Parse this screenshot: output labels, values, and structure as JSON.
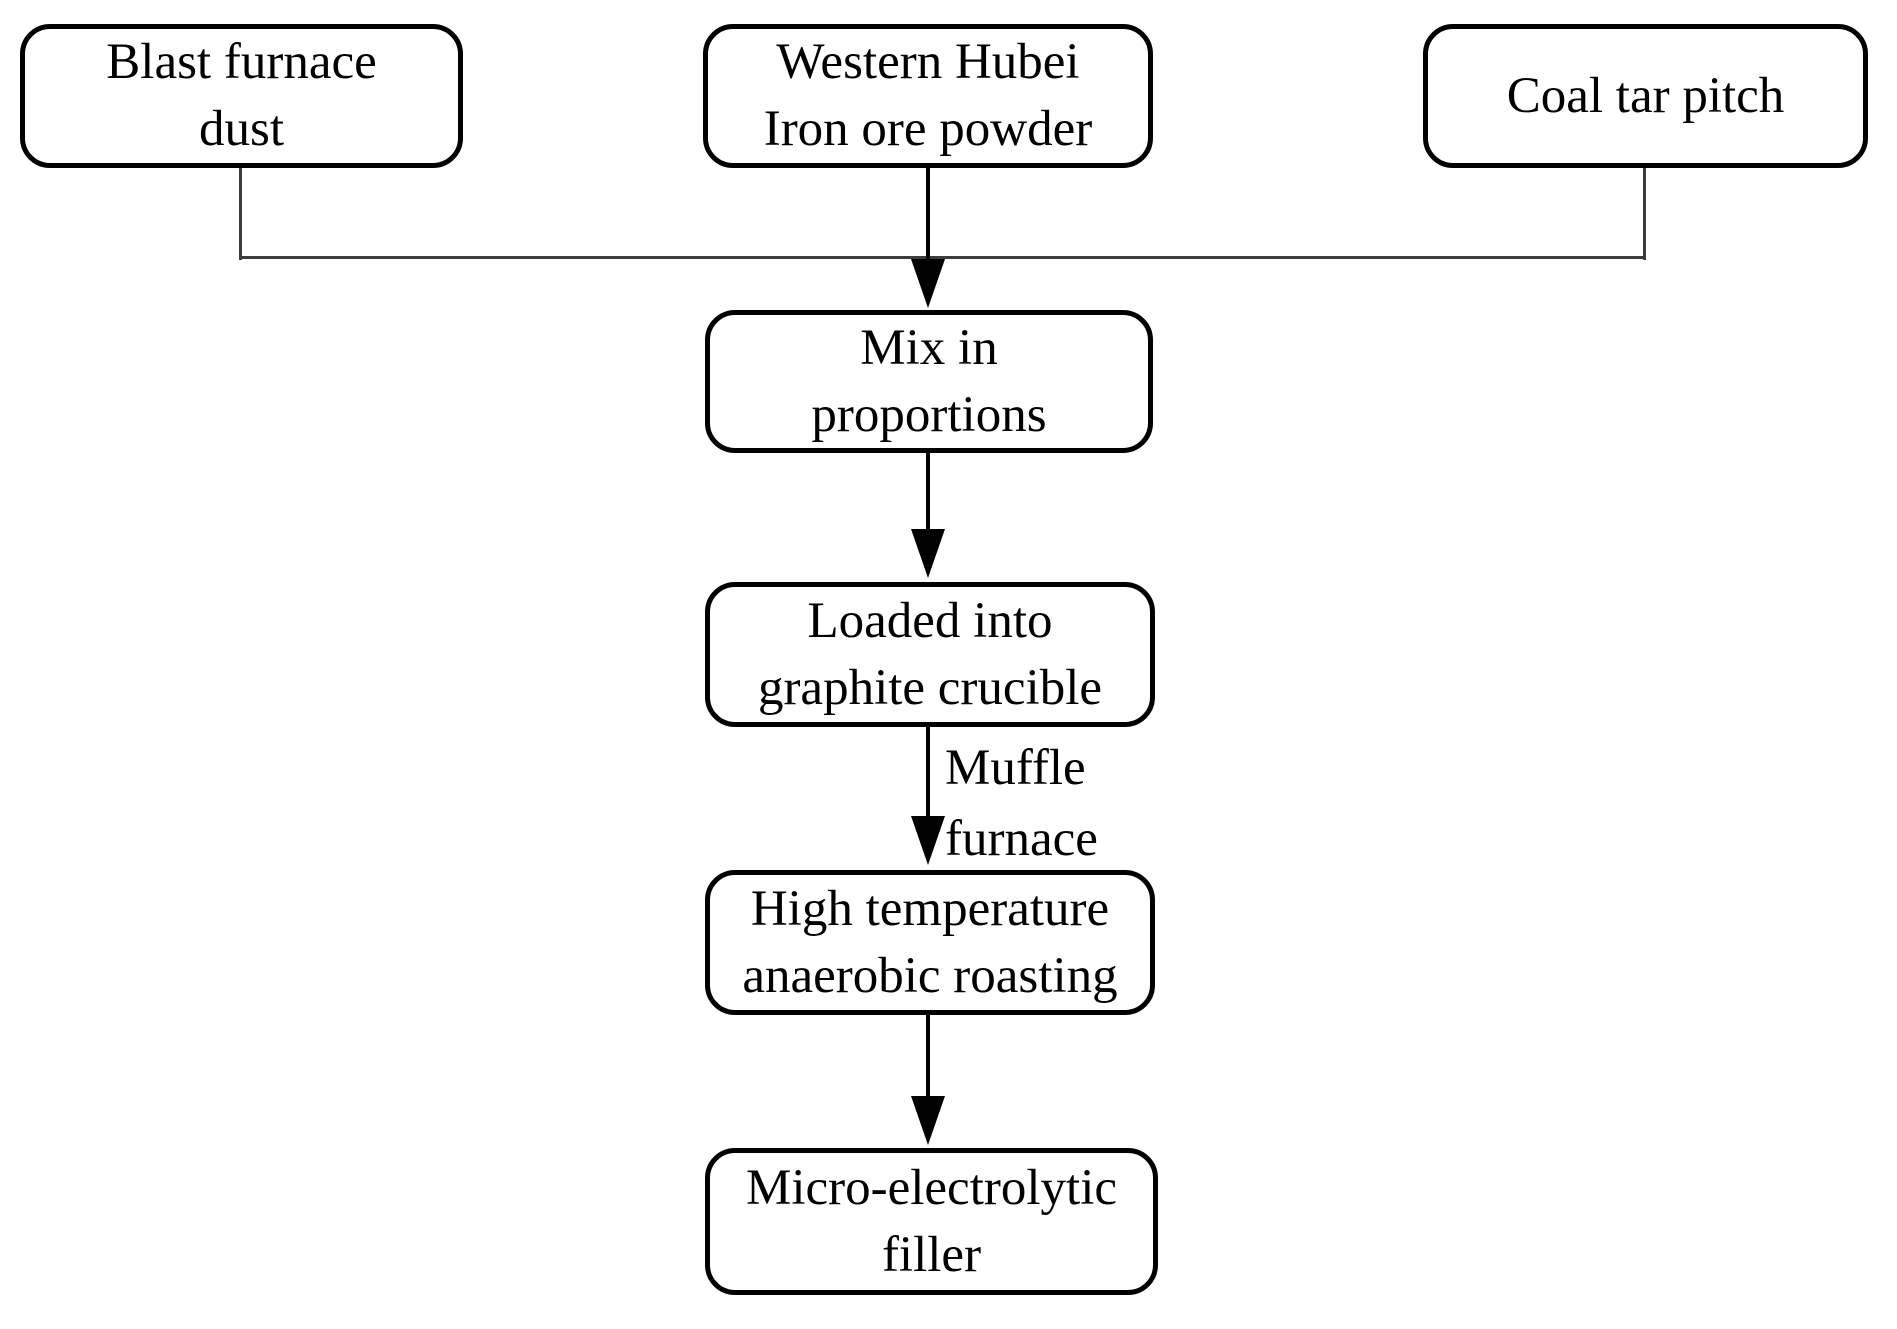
{
  "diagram": {
    "type": "flowchart",
    "nodes": {
      "blast_furnace_dust": {
        "label": "Blast furnace\ndust"
      },
      "iron_ore_powder": {
        "label": "Western Hubei\nIron ore powder"
      },
      "coal_tar_pitch": {
        "label": "Coal tar pitch"
      },
      "mix_in_proportions": {
        "label": "Mix in\nproportions"
      },
      "graphite_crucible": {
        "label": "Loaded into\ngraphite crucible"
      },
      "anaerobic_roasting": {
        "label": "High temperature\nanaerobic roasting"
      },
      "micro_electrolytic_filler": {
        "label": "Micro-electrolytic\nfiller"
      }
    },
    "edges": {
      "sources_to_mix": {
        "label": ""
      },
      "crucible_to_roasting": {
        "label": "Muffle\nfurnace"
      }
    },
    "colors": {
      "stroke": "#000000",
      "fill": "#ffffff",
      "text": "#000000"
    }
  }
}
